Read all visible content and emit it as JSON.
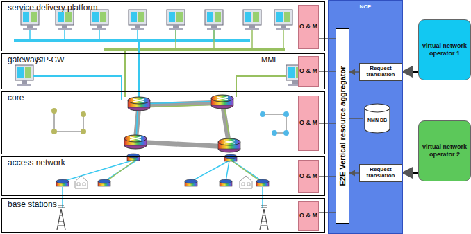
{
  "diagram": {
    "nodes": [
      {
        "text": [
          "service delivery platform"
        ]
      },
      {
        "text": [
          "O & M"
        ],
        "in": 0
      },
      {
        "text": [
          "gateways"
        ]
      },
      {
        "text": [
          "O & M"
        ],
        "in": 2
      },
      {
        "text": [
          "core"
        ]
      },
      {
        "text": [
          "O & M"
        ],
        "in": 4
      },
      {
        "text": [
          "access network"
        ]
      },
      {
        "text": [
          "O & M"
        ],
        "in": 6
      },
      {
        "text": [
          "base stations"
        ]
      },
      {
        "text": [
          "O & M"
        ],
        "in": 8
      },
      {
        "text": [
          "NCP"
        ]
      },
      {
        "text": [
          "E2E Vertical resource aggregator"
        ],
        "in": 10
      },
      {
        "text": [
          "Request translation"
        ],
        "in": 10
      },
      {
        "text": [
          "NMN DB"
        ],
        "in": 10
      },
      {
        "text": [
          "Request translation"
        ],
        "in": 10
      },
      {
        "text": [
          "virtual network operator 1"
        ]
      },
      {
        "text": [
          "virtual network operator 2"
        ]
      }
    ],
    "edges": [
      {
        "from": 1,
        "to": 11,
        "arrow": "none"
      },
      {
        "from": 3,
        "to": 11,
        "arrow": "none"
      },
      {
        "from": 5,
        "to": 11,
        "arrow": "none"
      },
      {
        "from": 7,
        "to": 11,
        "arrow": "none"
      },
      {
        "from": 9,
        "to": 11,
        "arrow": "none"
      },
      {
        "from": 12,
        "to": 11,
        "arrow": "to"
      },
      {
        "from": 13,
        "to": 11,
        "arrow": "none"
      },
      {
        "from": 14,
        "to": 11,
        "arrow": "to"
      },
      {
        "from": 15,
        "to": 12,
        "arrow": "to"
      },
      {
        "from": 16,
        "to": 14,
        "arrow": "to"
      }
    ],
    "labels": [
      "S/P-GW",
      "MME"
    ]
  }
}
